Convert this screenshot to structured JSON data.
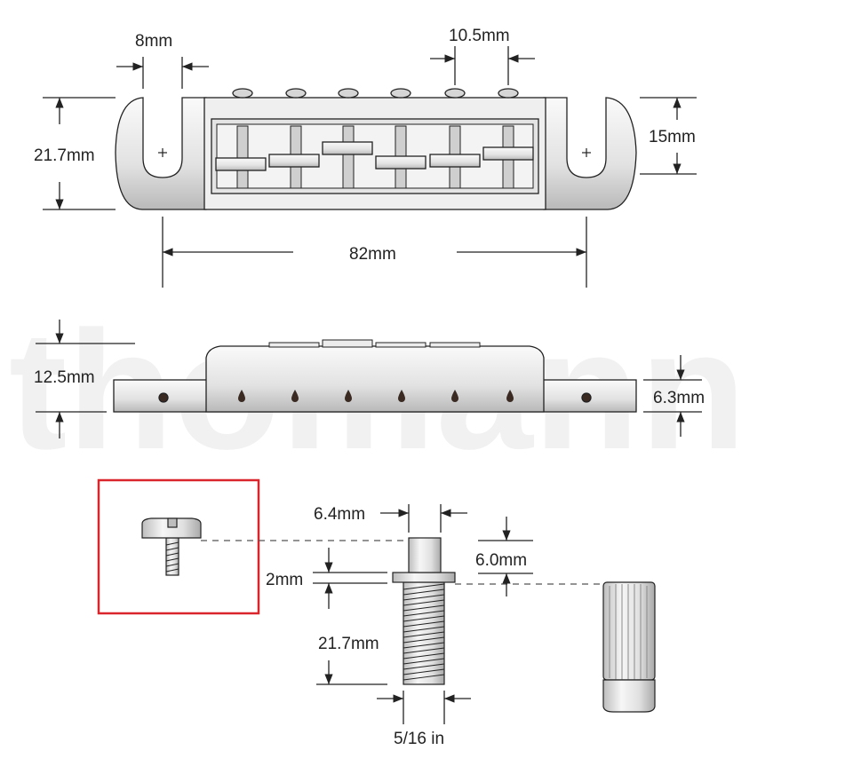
{
  "watermark": "thomann",
  "bridge_top": {
    "dim_width_8": "8mm",
    "dim_width_10_5": "10.5mm",
    "dim_height_21_7": "21.7mm",
    "dim_height_15": "15mm",
    "dim_length_82": "82mm"
  },
  "bridge_side": {
    "dim_height_12_5": "12.5mm",
    "dim_height_6_3": "6.3mm"
  },
  "parts": {
    "dim_6_4": "6.4mm",
    "dim_6_0": "6.0mm",
    "dim_2": "2mm",
    "dim_21_7": "21.7mm",
    "dim_5_16": "5/16 in"
  },
  "colors": {
    "line": "#222222",
    "metal_light": "#f4f4f4",
    "metal_mid": "#d8d8d8",
    "metal_dark": "#a8a8a8",
    "highlight_box": "#d9252b"
  }
}
